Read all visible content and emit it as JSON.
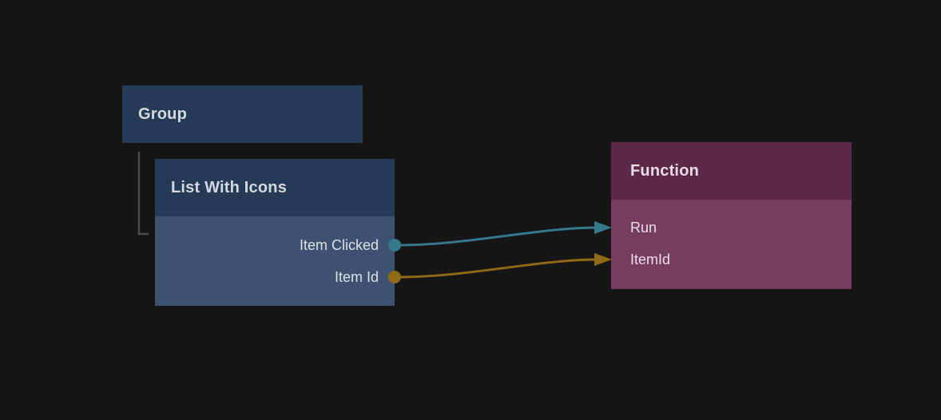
{
  "canvas": {
    "background": "#151515"
  },
  "nodes": {
    "group": {
      "title": "Group"
    },
    "list": {
      "title": "List With Icons",
      "outputs": [
        {
          "label": "Item Clicked",
          "color": "#35798f"
        },
        {
          "label": "Item Id",
          "color": "#8f6a14"
        }
      ],
      "header_color": "#243a57",
      "body_color": "#3d5270"
    },
    "function": {
      "title": "Function",
      "inputs": [
        {
          "label": "Run",
          "color": "#35798f"
        },
        {
          "label": "ItemId",
          "color": "#8f6a14"
        }
      ],
      "header_color": "#5b2848",
      "body_color": "#763d61"
    }
  },
  "connections": [
    {
      "from": "List With Icons / Item Clicked",
      "to": "Function / Run",
      "color": "#35798f"
    },
    {
      "from": "List With Icons / Item Id",
      "to": "Function / ItemId",
      "color": "#8f6a14"
    }
  ],
  "tree_connector": {
    "parent": "Group",
    "child": "List With Icons",
    "color": "#4a4a4a"
  }
}
